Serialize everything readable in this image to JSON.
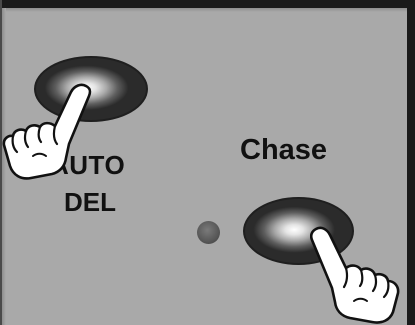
{
  "panel": {
    "face_color": "#a9a9a9",
    "border_color": "#1a1a1a"
  },
  "buttons": {
    "auto_del": {
      "label_line1": "AUTO",
      "label_line2": "DEL"
    },
    "chase": {
      "label": "Chase"
    }
  },
  "indicators": {
    "led_color": "#5a5a5a"
  },
  "icons": {
    "press_hand": "pointing-hand-icon"
  }
}
